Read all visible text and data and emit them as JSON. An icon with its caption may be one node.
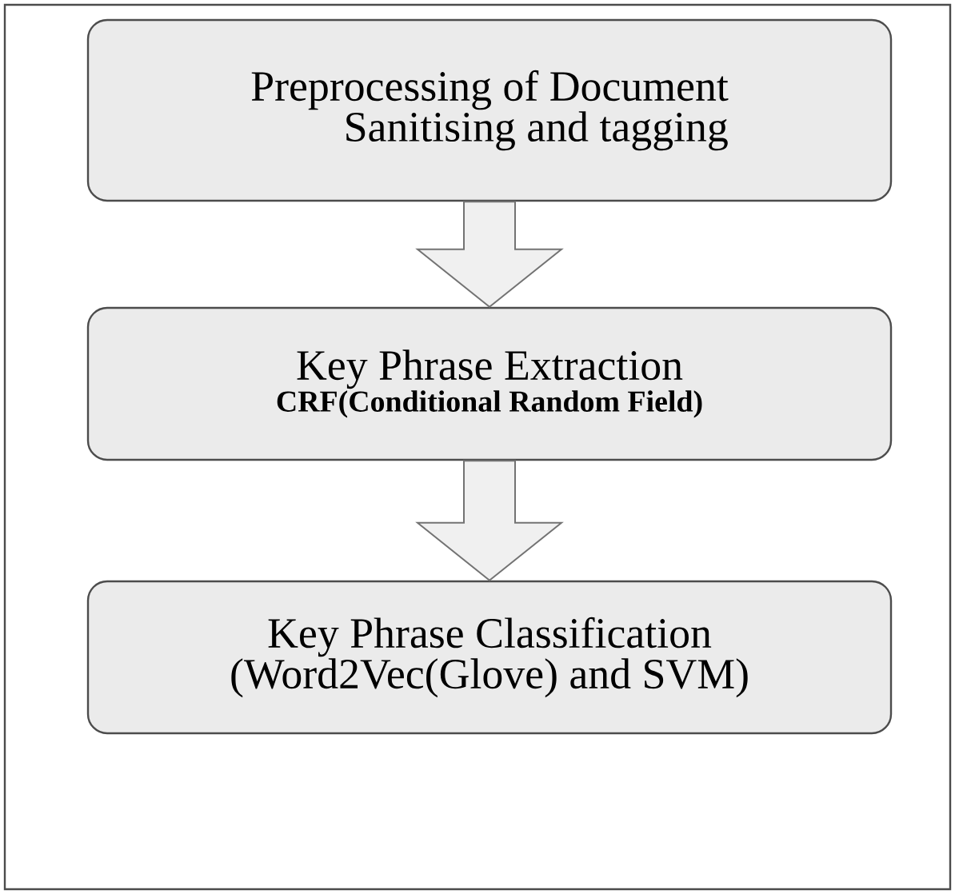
{
  "diagram": {
    "nodes": [
      {
        "text": [
          "Preprocessing of Document",
          "Sanitising and tagging"
        ]
      },
      {
        "text": [
          "Key Phrase Extraction",
          "CRF(Conditional Random Field)"
        ]
      },
      {
        "text": [
          "Key Phrase Classification",
          "(Word2Vec(Glove) and SVM)"
        ]
      }
    ],
    "edges": [
      {
        "from": 0,
        "to": 1,
        "arrow": "to"
      },
      {
        "from": 1,
        "to": 2,
        "arrow": "to"
      }
    ]
  }
}
